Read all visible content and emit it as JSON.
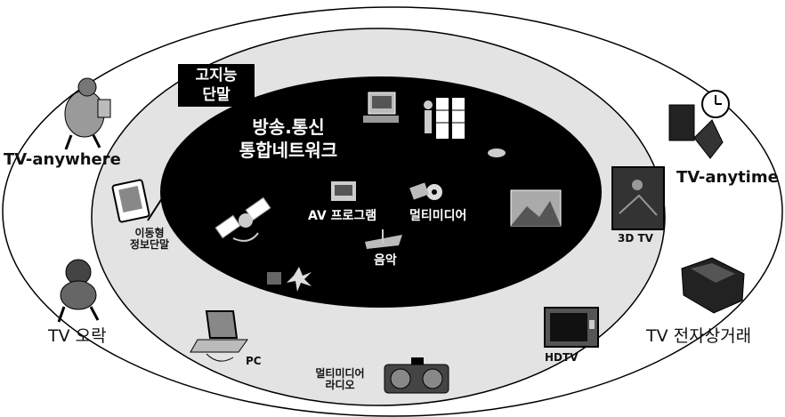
{
  "rings": {
    "outer_fill": "#ffffff",
    "middle_fill": "#e3e3e3",
    "inner_fill": "#000000",
    "stroke": "#000000"
  },
  "core": {
    "box_label_line1": "고지능",
    "box_label_line2": "단말",
    "network_line1": "방송.통신",
    "network_line2": "통합네트워크",
    "av_program": "AV 프로그램",
    "multimedia": "멀티미디어",
    "music": "음악"
  },
  "middle": {
    "mobile_line1": "이동형",
    "mobile_line2": "정보단말",
    "pc": "PC",
    "radio_line1": "멀티미디어",
    "radio_line2": "라디오",
    "hdtv": "HDTV",
    "tv3d": "3D TV"
  },
  "outer": {
    "tv_anywhere": "TV-anywhere",
    "tv_anytime": "TV-anytime",
    "tv_entertainment": "TV 오락",
    "tv_commerce": "TV 전자상거래"
  },
  "icons": {
    "anywhere": "traveler-icon",
    "anytime": "clock-person-icon",
    "entertainment": "dancing-figure-icon",
    "commerce": "tv-box-icon",
    "pda": "pda-icon",
    "satellite": "satellite-icon",
    "laptop": "laptop-icon",
    "radio": "boombox-icon",
    "hdtv": "hdtv-icon",
    "tv3d": "3d-tv-icon",
    "computer": "computer-icon",
    "server": "server-rack-icon",
    "car": "car-icon",
    "landscape": "landscape-picture-icon",
    "av": "av-equipment-icon",
    "film": "film-reel-icon",
    "music": "music-note-icon",
    "burst": "burst-icon"
  }
}
